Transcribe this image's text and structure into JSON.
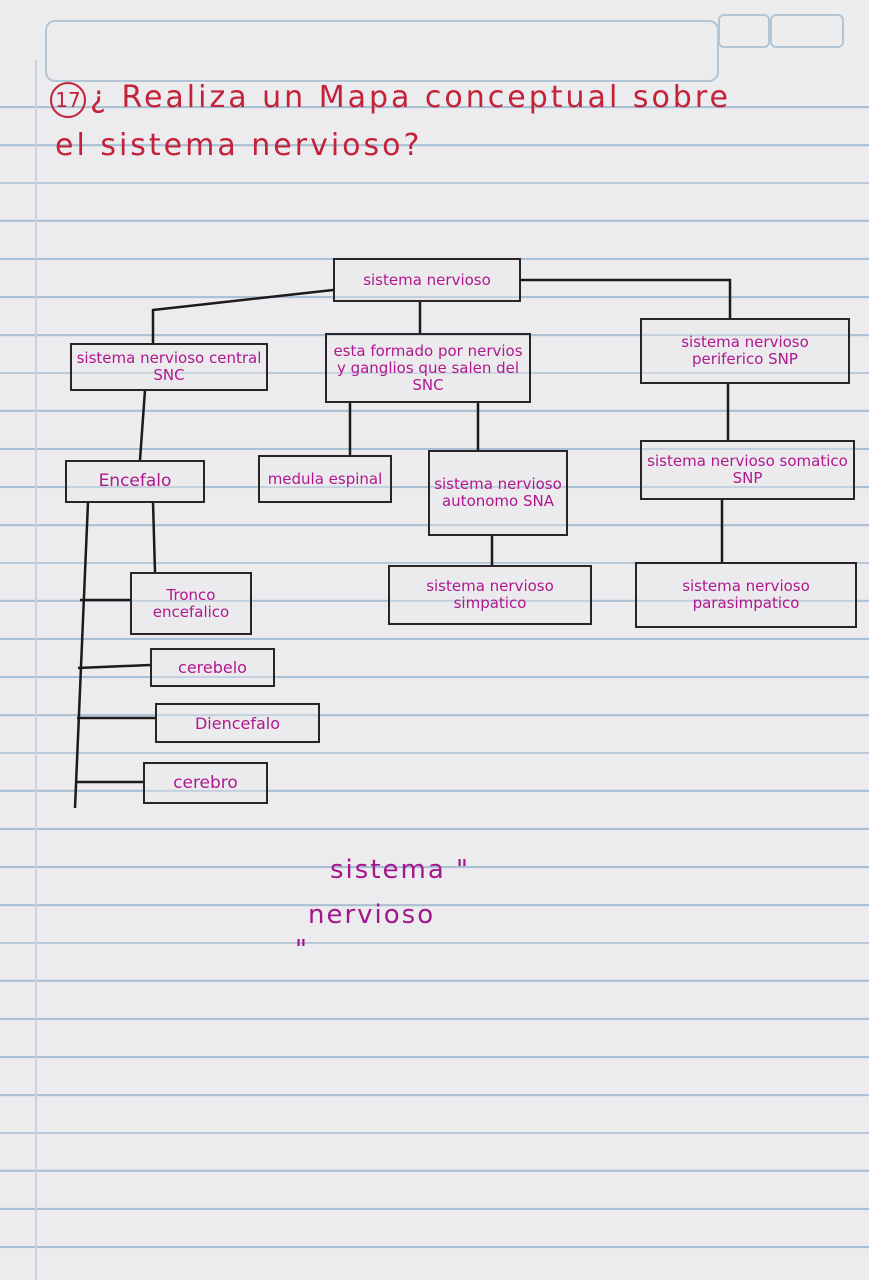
{
  "question": {
    "number": "17",
    "line1": "¿ Realiza un Mapa conceptual sobre",
    "line2": "el sistema nervioso?"
  },
  "map": {
    "root": "sistema nervioso",
    "snc": "sistema nervioso central SNC",
    "formado": "esta formado por nervios y ganglios que salen del SNC",
    "snp": "sistema nervioso periferico SNP",
    "encefalo": "Encefalo",
    "medula": "medula espinal",
    "sna": "sistema nervioso autonomo SNA",
    "somatico": "sistema nervioso somatico SNP",
    "simpatico": "sistema nervioso simpatico",
    "parasimpatico": "sistema nervioso parasimpatico",
    "tronco": "Tronco encefalico",
    "cerebelo": "cerebelo",
    "diencefalo": "Diencefalo",
    "cerebro": "cerebro"
  },
  "footer": {
    "line1": "sistema \"",
    "line2": "nervioso",
    "line3": "\""
  }
}
